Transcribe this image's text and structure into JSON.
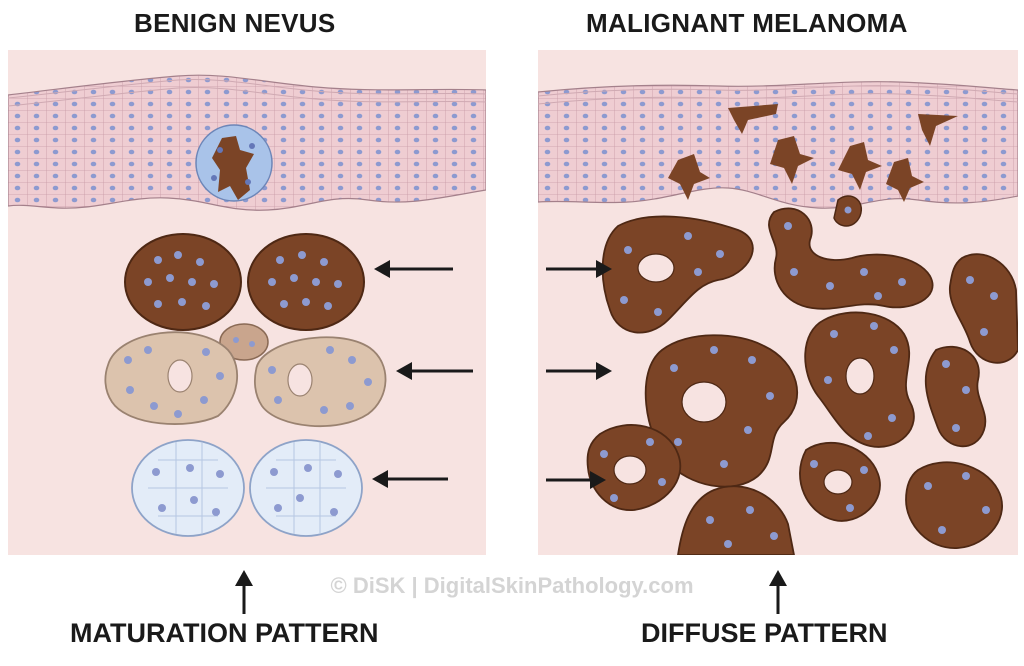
{
  "titles": {
    "left": "BENIGN NEVUS",
    "right": "MALIGNANT MELANOMA"
  },
  "footer": {
    "left": "MATURATION PATTERN",
    "right": "DIFFUSE PATTERN"
  },
  "watermark": "© DiSK | DigitalSkinPathology.com",
  "colors": {
    "dermis": "#f7e3e1",
    "epidermis": "#efcdd2",
    "epidermis_line": "#b58f99",
    "nucleus": "#7f8fc8",
    "pigmented_cell": "#7b4426",
    "tan_cell": "#dcc3ad",
    "pale_cell": "#e3ecf8",
    "arrow": "#1a1a1a"
  }
}
